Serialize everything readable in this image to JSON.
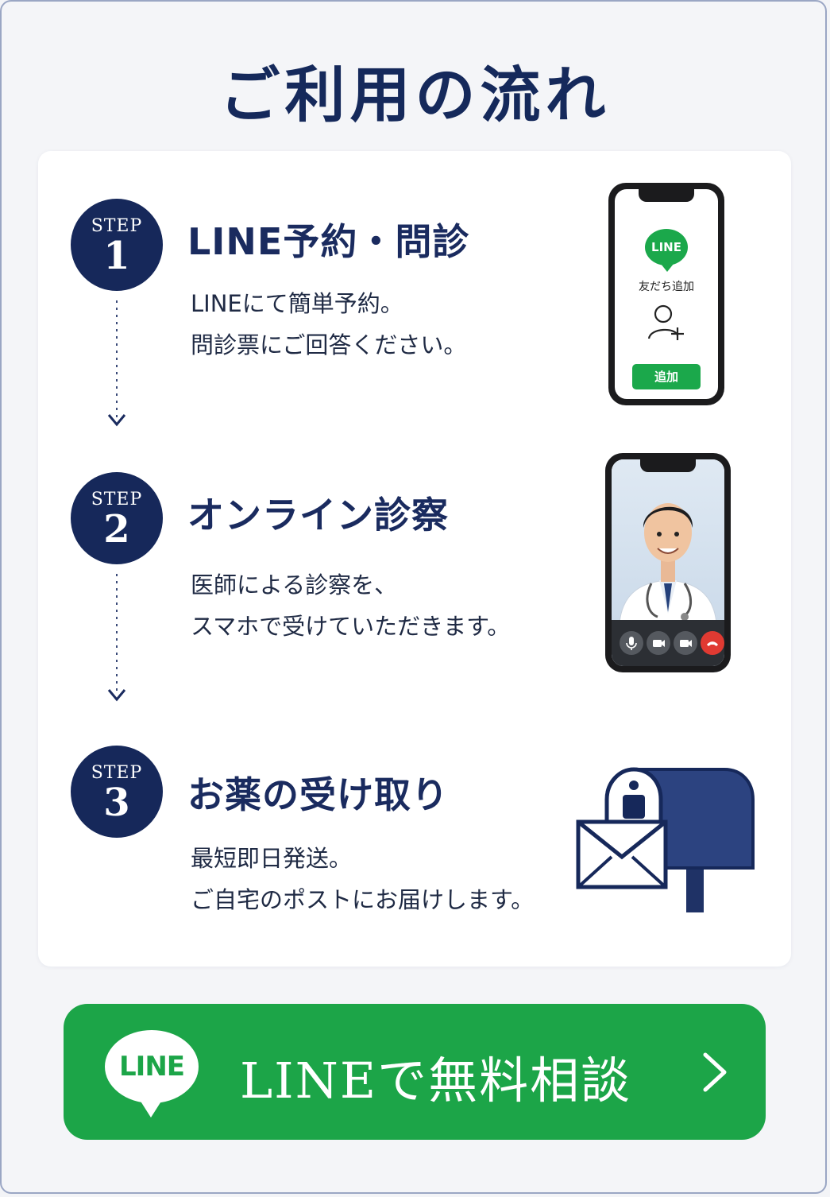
{
  "page": {
    "title": "ご利用の流れ"
  },
  "steps": [
    {
      "step_word": "STEP",
      "number": "1",
      "title": "LINE予約・問診",
      "desc_line1": "LINEにて簡単予約。",
      "desc_line2": "問診票にご回答ください。"
    },
    {
      "step_word": "STEP",
      "number": "2",
      "title": "オンライン診察",
      "desc_line1": "医師による診察を、",
      "desc_line2": "スマホで受けていただきます。"
    },
    {
      "step_word": "STEP",
      "number": "3",
      "title": "お薬の受け取り",
      "desc_line1": "最短即日発送。",
      "desc_line2": "ご自宅のポストにお届けします。"
    }
  ],
  "phone_line": {
    "logo_text": "LINE",
    "friend_label": "友だち追加",
    "add_button": "追加"
  },
  "video_call": {
    "controls": [
      "microphone-icon",
      "camera-icon",
      "video-icon",
      "end-call-icon"
    ]
  },
  "cta": {
    "logo_text": "LINE",
    "label": "LINEで無料相談"
  },
  "colors": {
    "navy": "#16285a",
    "line_green": "#1ca548",
    "end_call_red": "#e03a32"
  }
}
